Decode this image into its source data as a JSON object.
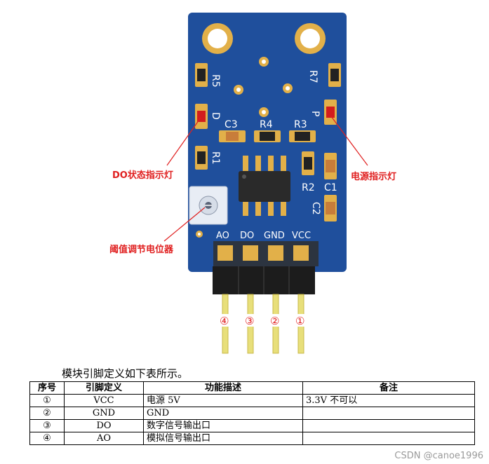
{
  "board": {
    "components": [
      "R5",
      "R7",
      "D",
      "P",
      "C3",
      "R4",
      "R3",
      "R1",
      "R2",
      "C1",
      "C2"
    ],
    "header_pins": [
      "AO",
      "DO",
      "GND",
      "VCC"
    ],
    "pin_numbers": [
      "④",
      "③",
      "②",
      "①"
    ],
    "callouts": {
      "do_led": "DO状态指示灯",
      "power_led": "电源指示灯",
      "pot": "阈值调节电位器"
    }
  },
  "intro": "模块引脚定义如下表所示。",
  "table": {
    "headers": [
      "序号",
      "引脚定义",
      "功能描述",
      "备注"
    ],
    "rows": [
      {
        "no": "①",
        "pin": "VCC",
        "desc": "电源 5V",
        "note": "3.3V 不可以"
      },
      {
        "no": "②",
        "pin": "GND",
        "desc": "GND",
        "note": ""
      },
      {
        "no": "③",
        "pin": "DO",
        "desc": "数字信号输出口",
        "note": ""
      },
      {
        "no": "④",
        "pin": "AO",
        "desc": "模拟信号输出口",
        "note": ""
      }
    ]
  },
  "watermark": "CSDN @canoe1996",
  "colors": {
    "pcb": "#1f4f9c",
    "gold": "#e2b049",
    "callout": "#e02020"
  }
}
